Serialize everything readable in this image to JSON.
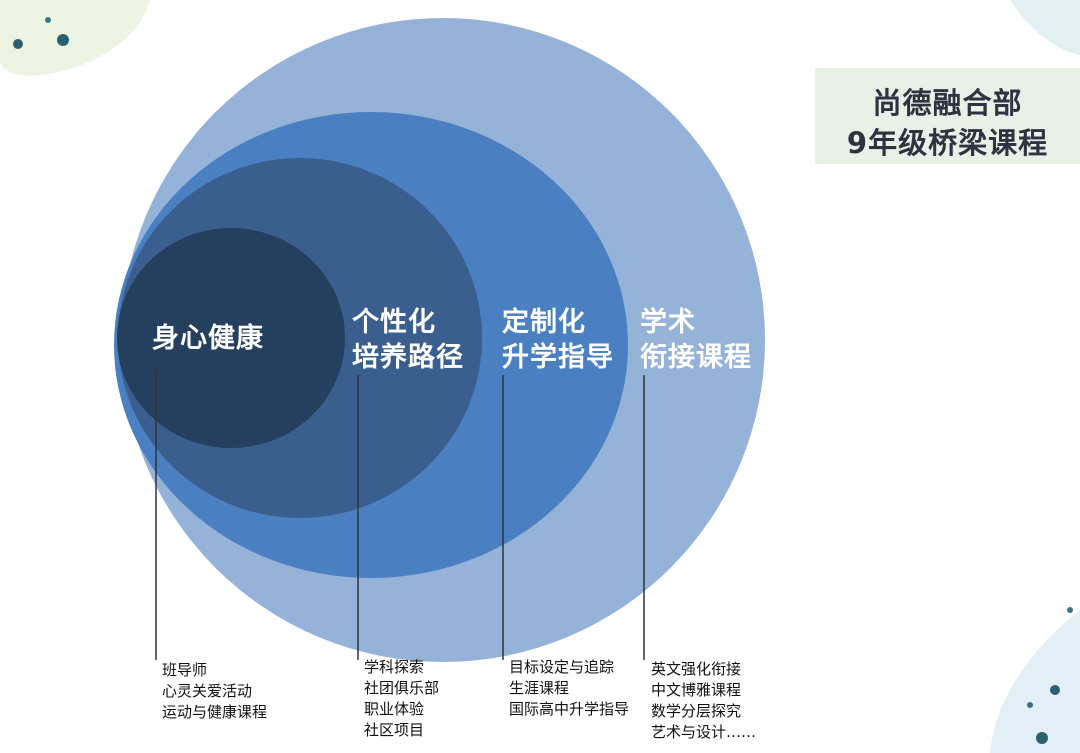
{
  "title": {
    "line1": "尚德融合部",
    "line2": "9年级桥梁课程"
  },
  "colors": {
    "ring_outer": "#95b2d9",
    "ring_3": "#4a7fc1",
    "ring_2": "#3a5f8f",
    "ring_inner": "#253f5f",
    "connector": "#333333"
  },
  "layers": [
    {
      "label_lines": [
        "身心健康"
      ],
      "items": [
        "班导师",
        "心灵关爱活动",
        "运动与健康课程"
      ]
    },
    {
      "label_lines": [
        "个性化",
        "培养路径"
      ],
      "items": [
        "学科探索",
        "社团俱乐部",
        "职业体验",
        "社区项目"
      ]
    },
    {
      "label_lines": [
        "定制化",
        "升学指导"
      ],
      "items": [
        "目标设定与追踪",
        "生涯课程",
        "国际高中升学指导"
      ]
    },
    {
      "label_lines": [
        "学术",
        "衔接课程"
      ],
      "items": [
        "英文强化衔接",
        "中文博雅课程",
        "数学分层探究",
        "艺术与设计……"
      ]
    }
  ]
}
